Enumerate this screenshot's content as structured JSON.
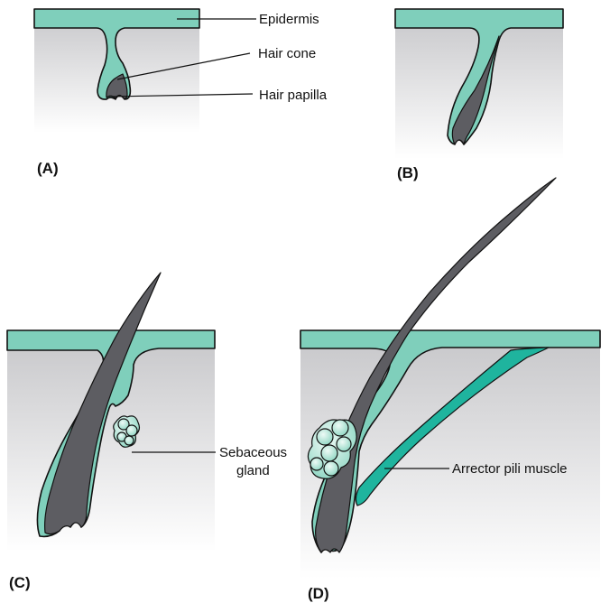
{
  "labels": {
    "epidermis": "Epidermis",
    "hair_cone": "Hair cone",
    "hair_papilla": "Hair papilla",
    "sebaceous_1": "Sebaceous",
    "sebaceous_2": "gland",
    "arrector": "Arrector pili muscle"
  },
  "panels": {
    "a": "(A)",
    "b": "(B)",
    "c": "(C)",
    "d": "(D)"
  },
  "colors": {
    "epidermis": "#7fcfbb",
    "hair": "#5d5d62",
    "muscle": "#1fb49e",
    "dermis_top": "#c9c9cc",
    "dermis_bottom": "#ffffff"
  }
}
